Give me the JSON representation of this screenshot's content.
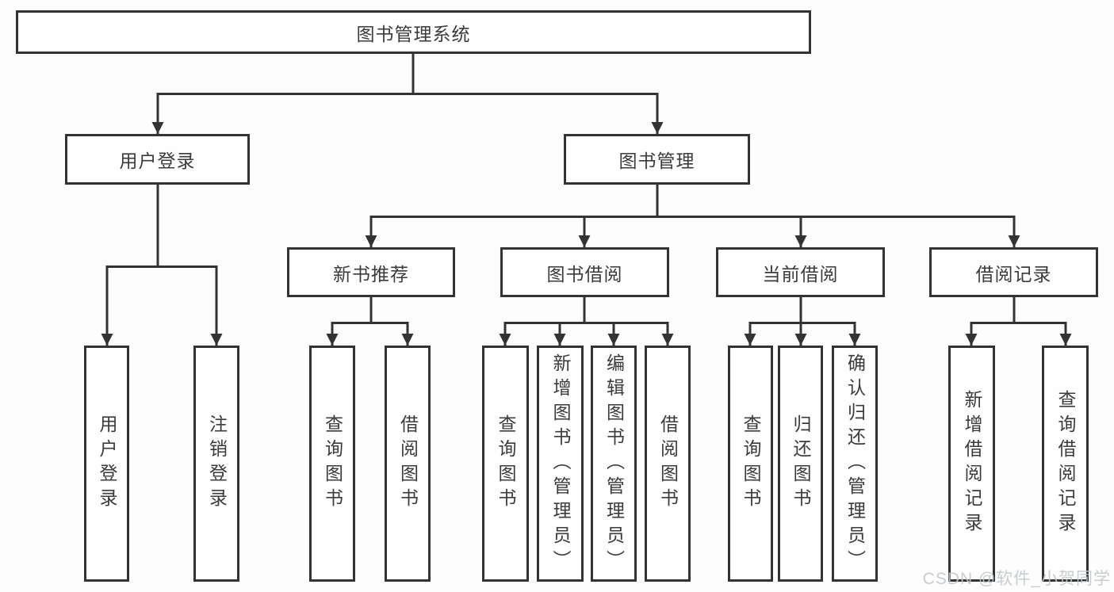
{
  "diagram_type": "tree",
  "structure": {
    "label": "图书管理系统",
    "children": [
      {
        "label": "用户登录",
        "children": [
          {
            "label": "用户登录"
          },
          {
            "label": "注销登录"
          }
        ]
      },
      {
        "label": "图书管理",
        "children": [
          {
            "label": "新书推荐",
            "children": [
              {
                "label": "查询图书"
              },
              {
                "label": "借阅图书"
              }
            ]
          },
          {
            "label": "图书借阅",
            "children": [
              {
                "label": "查询图书"
              },
              {
                "label": "新增图书（管理员）"
              },
              {
                "label": "编辑图书（管理员）"
              },
              {
                "label": "借阅图书"
              }
            ]
          },
          {
            "label": "当前借阅",
            "children": [
              {
                "label": "查询图书"
              },
              {
                "label": "归还图书"
              },
              {
                "label": "确认归还（管理员）"
              }
            ]
          },
          {
            "label": "借阅记录",
            "children": [
              {
                "label": "新增借阅记录"
              },
              {
                "label": "查询借阅记录"
              }
            ]
          }
        ]
      }
    ]
  },
  "watermark": {
    "text": "CSDN @软件_小贺同学"
  },
  "colors": {
    "line": "#333333",
    "text": "#3b3b3b",
    "watermark": "#c3c8cc",
    "background": "#fdfdfd"
  }
}
